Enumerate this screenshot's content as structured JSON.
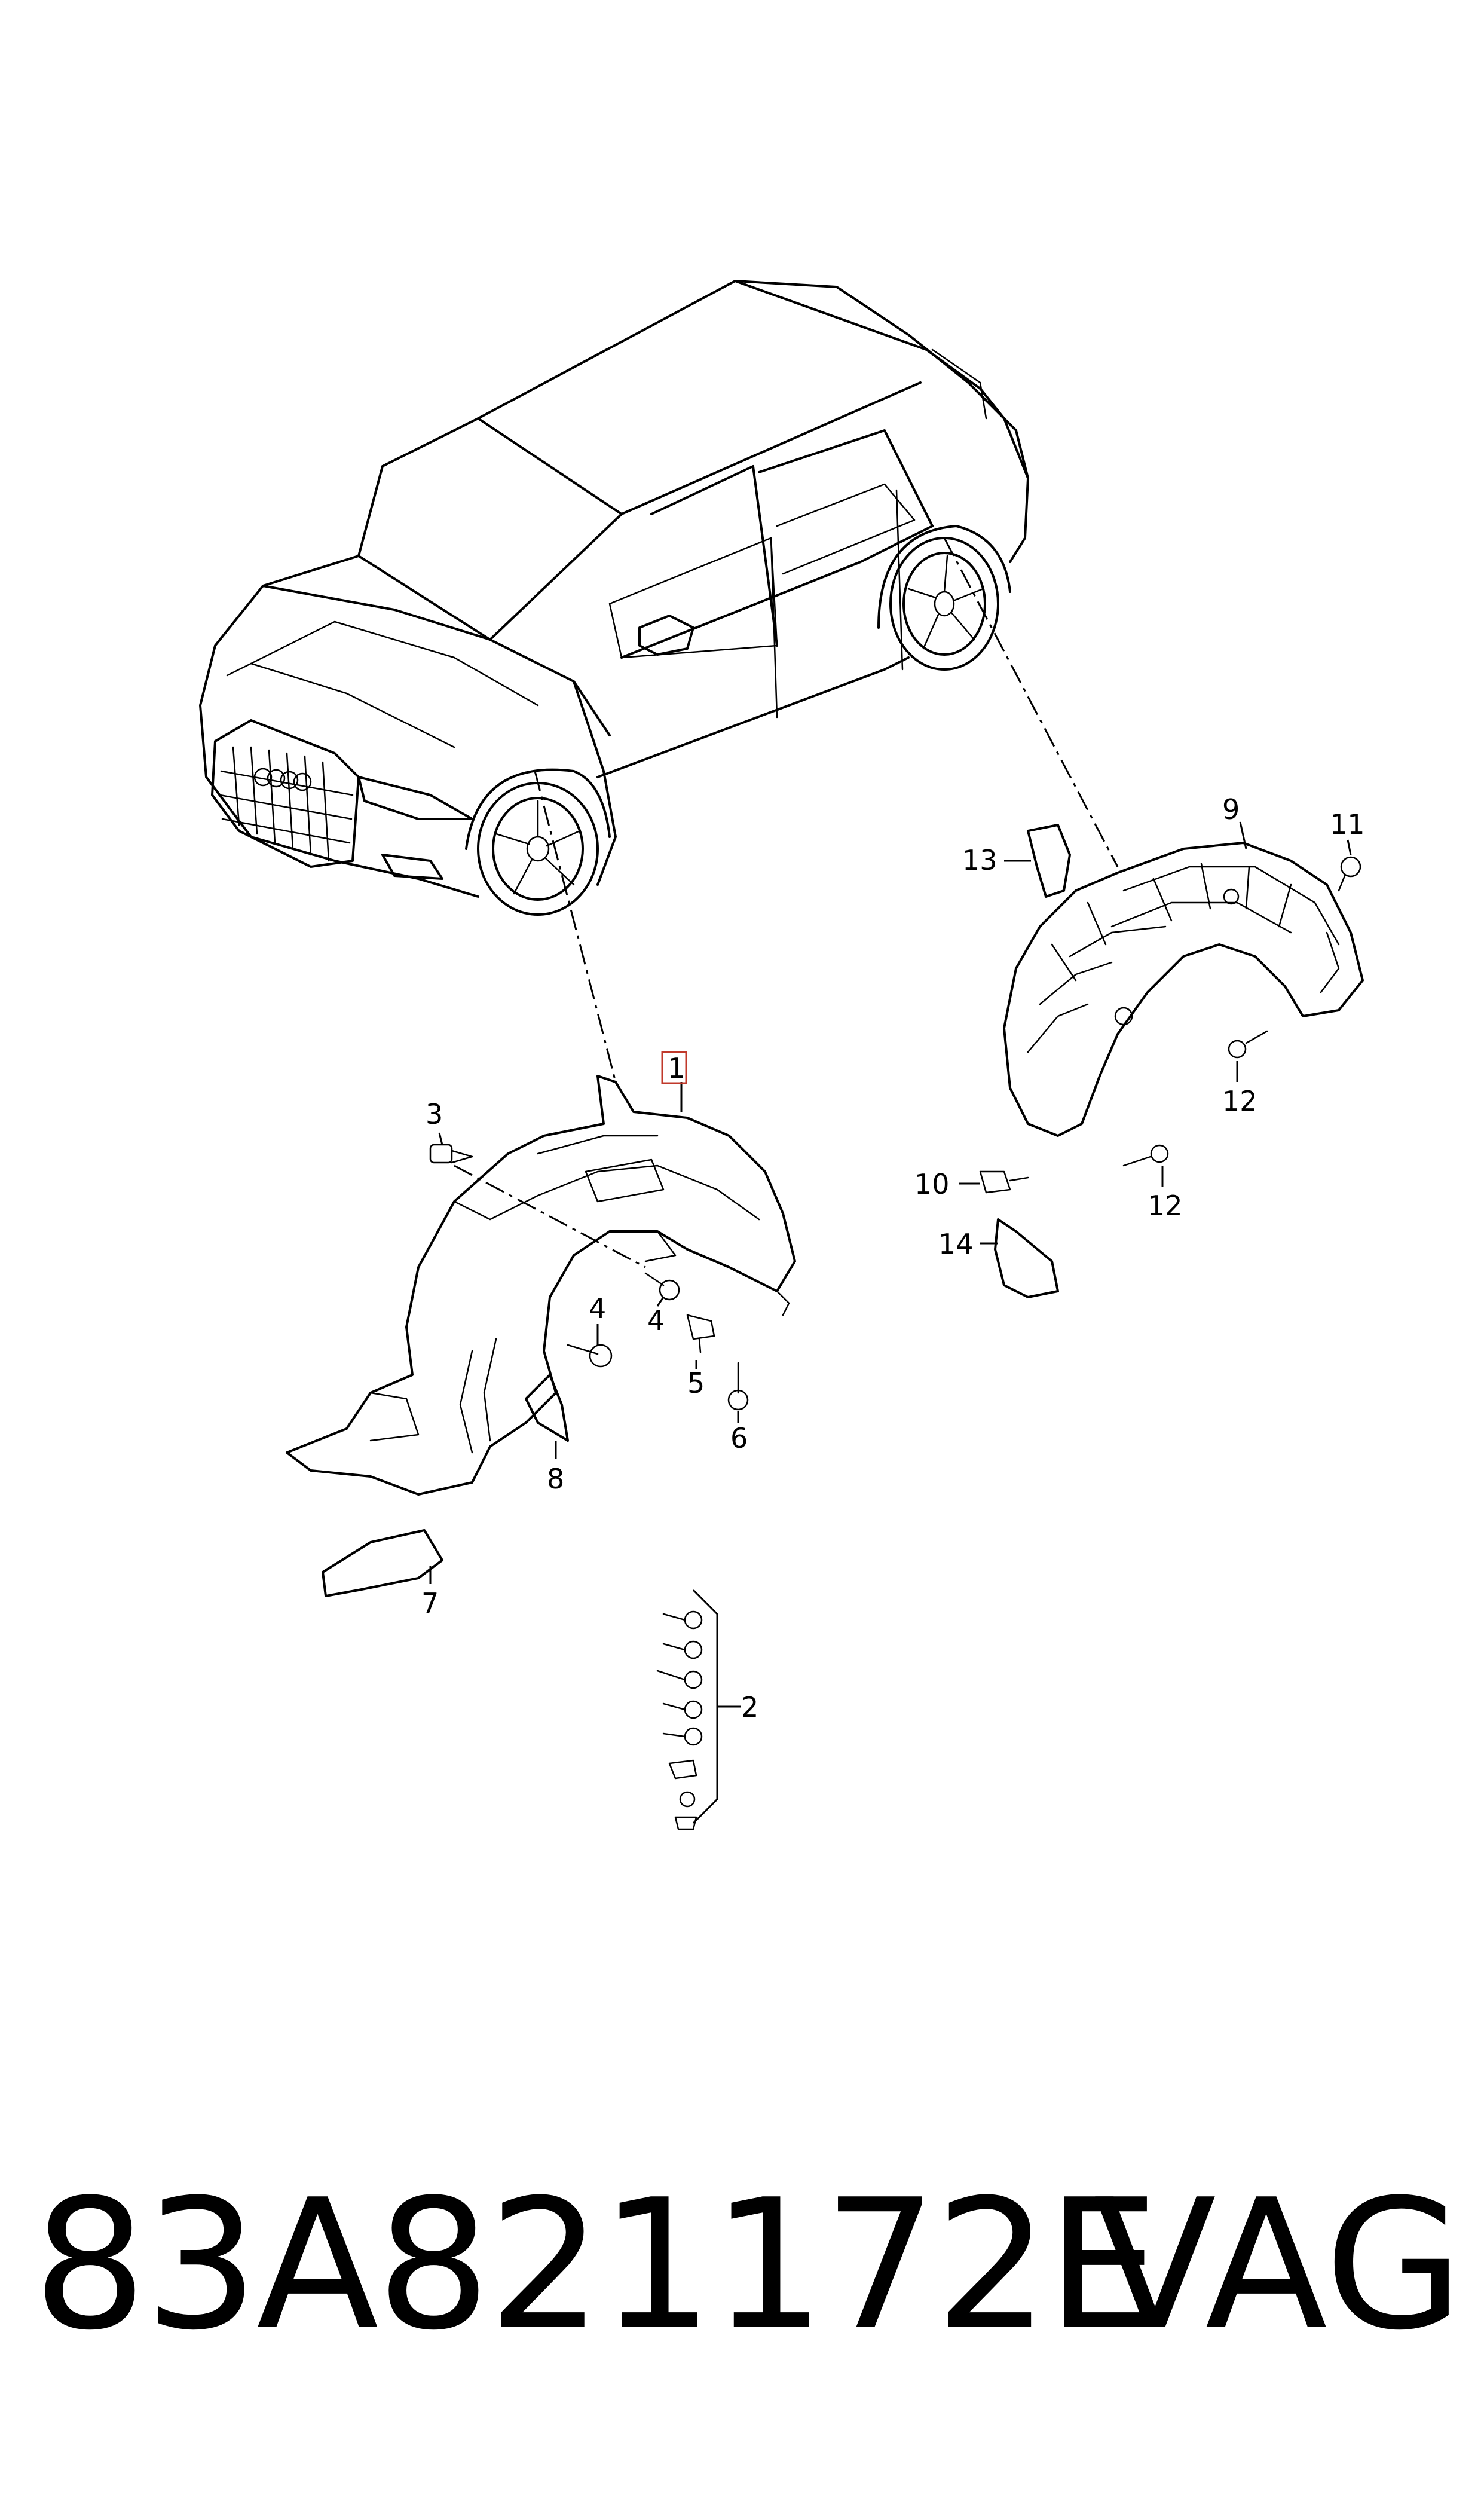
{
  "callouts": {
    "c1": "1",
    "c2": "2",
    "c3": "3",
    "c4a": "4",
    "c4b": "4",
    "c5": "5",
    "c6": "6",
    "c7": "7",
    "c8": "8",
    "c9": "9",
    "c10": "10",
    "c11": "11",
    "c12a": "12",
    "c12b": "12",
    "c13": "13",
    "c14": "14"
  },
  "footer": {
    "part_number": "83A821172E",
    "brand": "VAG"
  },
  "colors": {
    "line": "#000000",
    "highlight_box": "#c0392b",
    "background": "#ffffff"
  }
}
